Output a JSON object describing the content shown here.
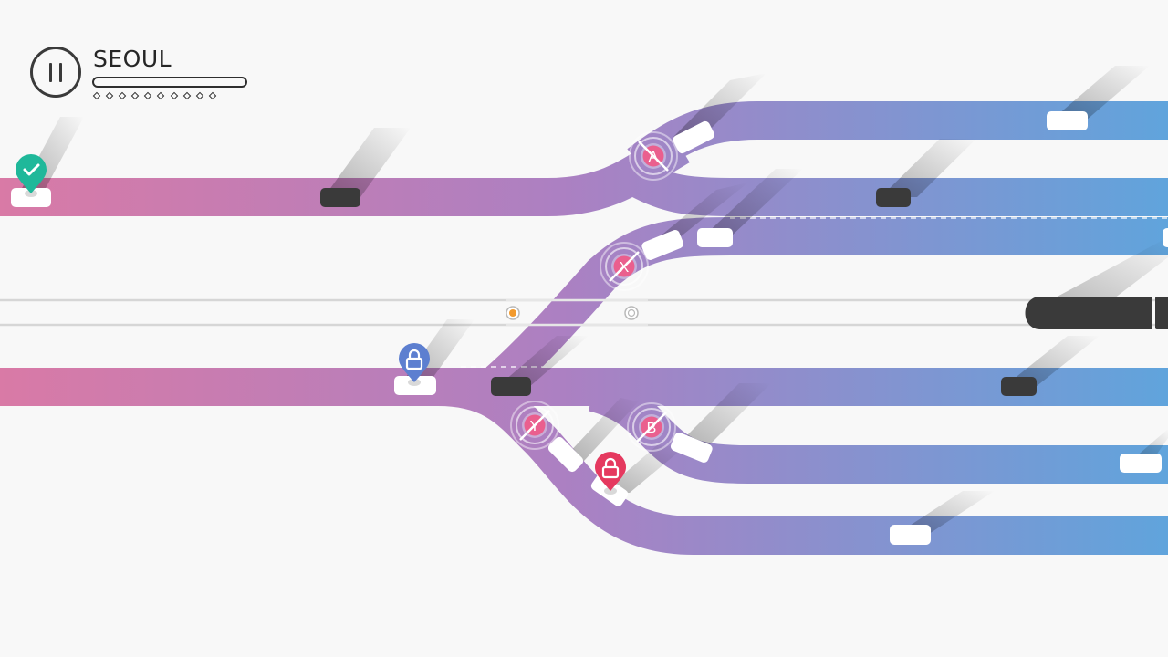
{
  "hud": {
    "pause_button": "pause",
    "level_name": "SEOUL",
    "progress_fraction": 0,
    "stations_total": 10,
    "stations_completed": 0
  },
  "colors": {
    "background": "#f8f8f8",
    "track_start": "#d97aa6",
    "track_mid": "#ac80c2",
    "track_end": "#60a4dc",
    "car_dark": "#3a3a3a",
    "car_light": "#ffffff",
    "marker_done": "#1fb89a",
    "marker_locked_blue": "#5d7fd0",
    "marker_locked_red": "#e5395f",
    "switch_label": "#ea5f8e",
    "crossing_line": "#d6d6d6",
    "crossing_train": "#3a3a3a",
    "signal_active": "#f29a2e"
  },
  "switches": [
    {
      "label": "A"
    },
    {
      "label": "X"
    },
    {
      "label": "Y"
    },
    {
      "label": "B"
    }
  ],
  "markers": [
    {
      "kind": "done",
      "icon": "check-icon"
    },
    {
      "kind": "locked",
      "icon": "lock-icon",
      "color": "blue"
    },
    {
      "kind": "locked",
      "icon": "lock-icon",
      "color": "red"
    }
  ],
  "crossing": {
    "signals": [
      {
        "state": "active"
      },
      {
        "state": "inactive"
      }
    ]
  }
}
